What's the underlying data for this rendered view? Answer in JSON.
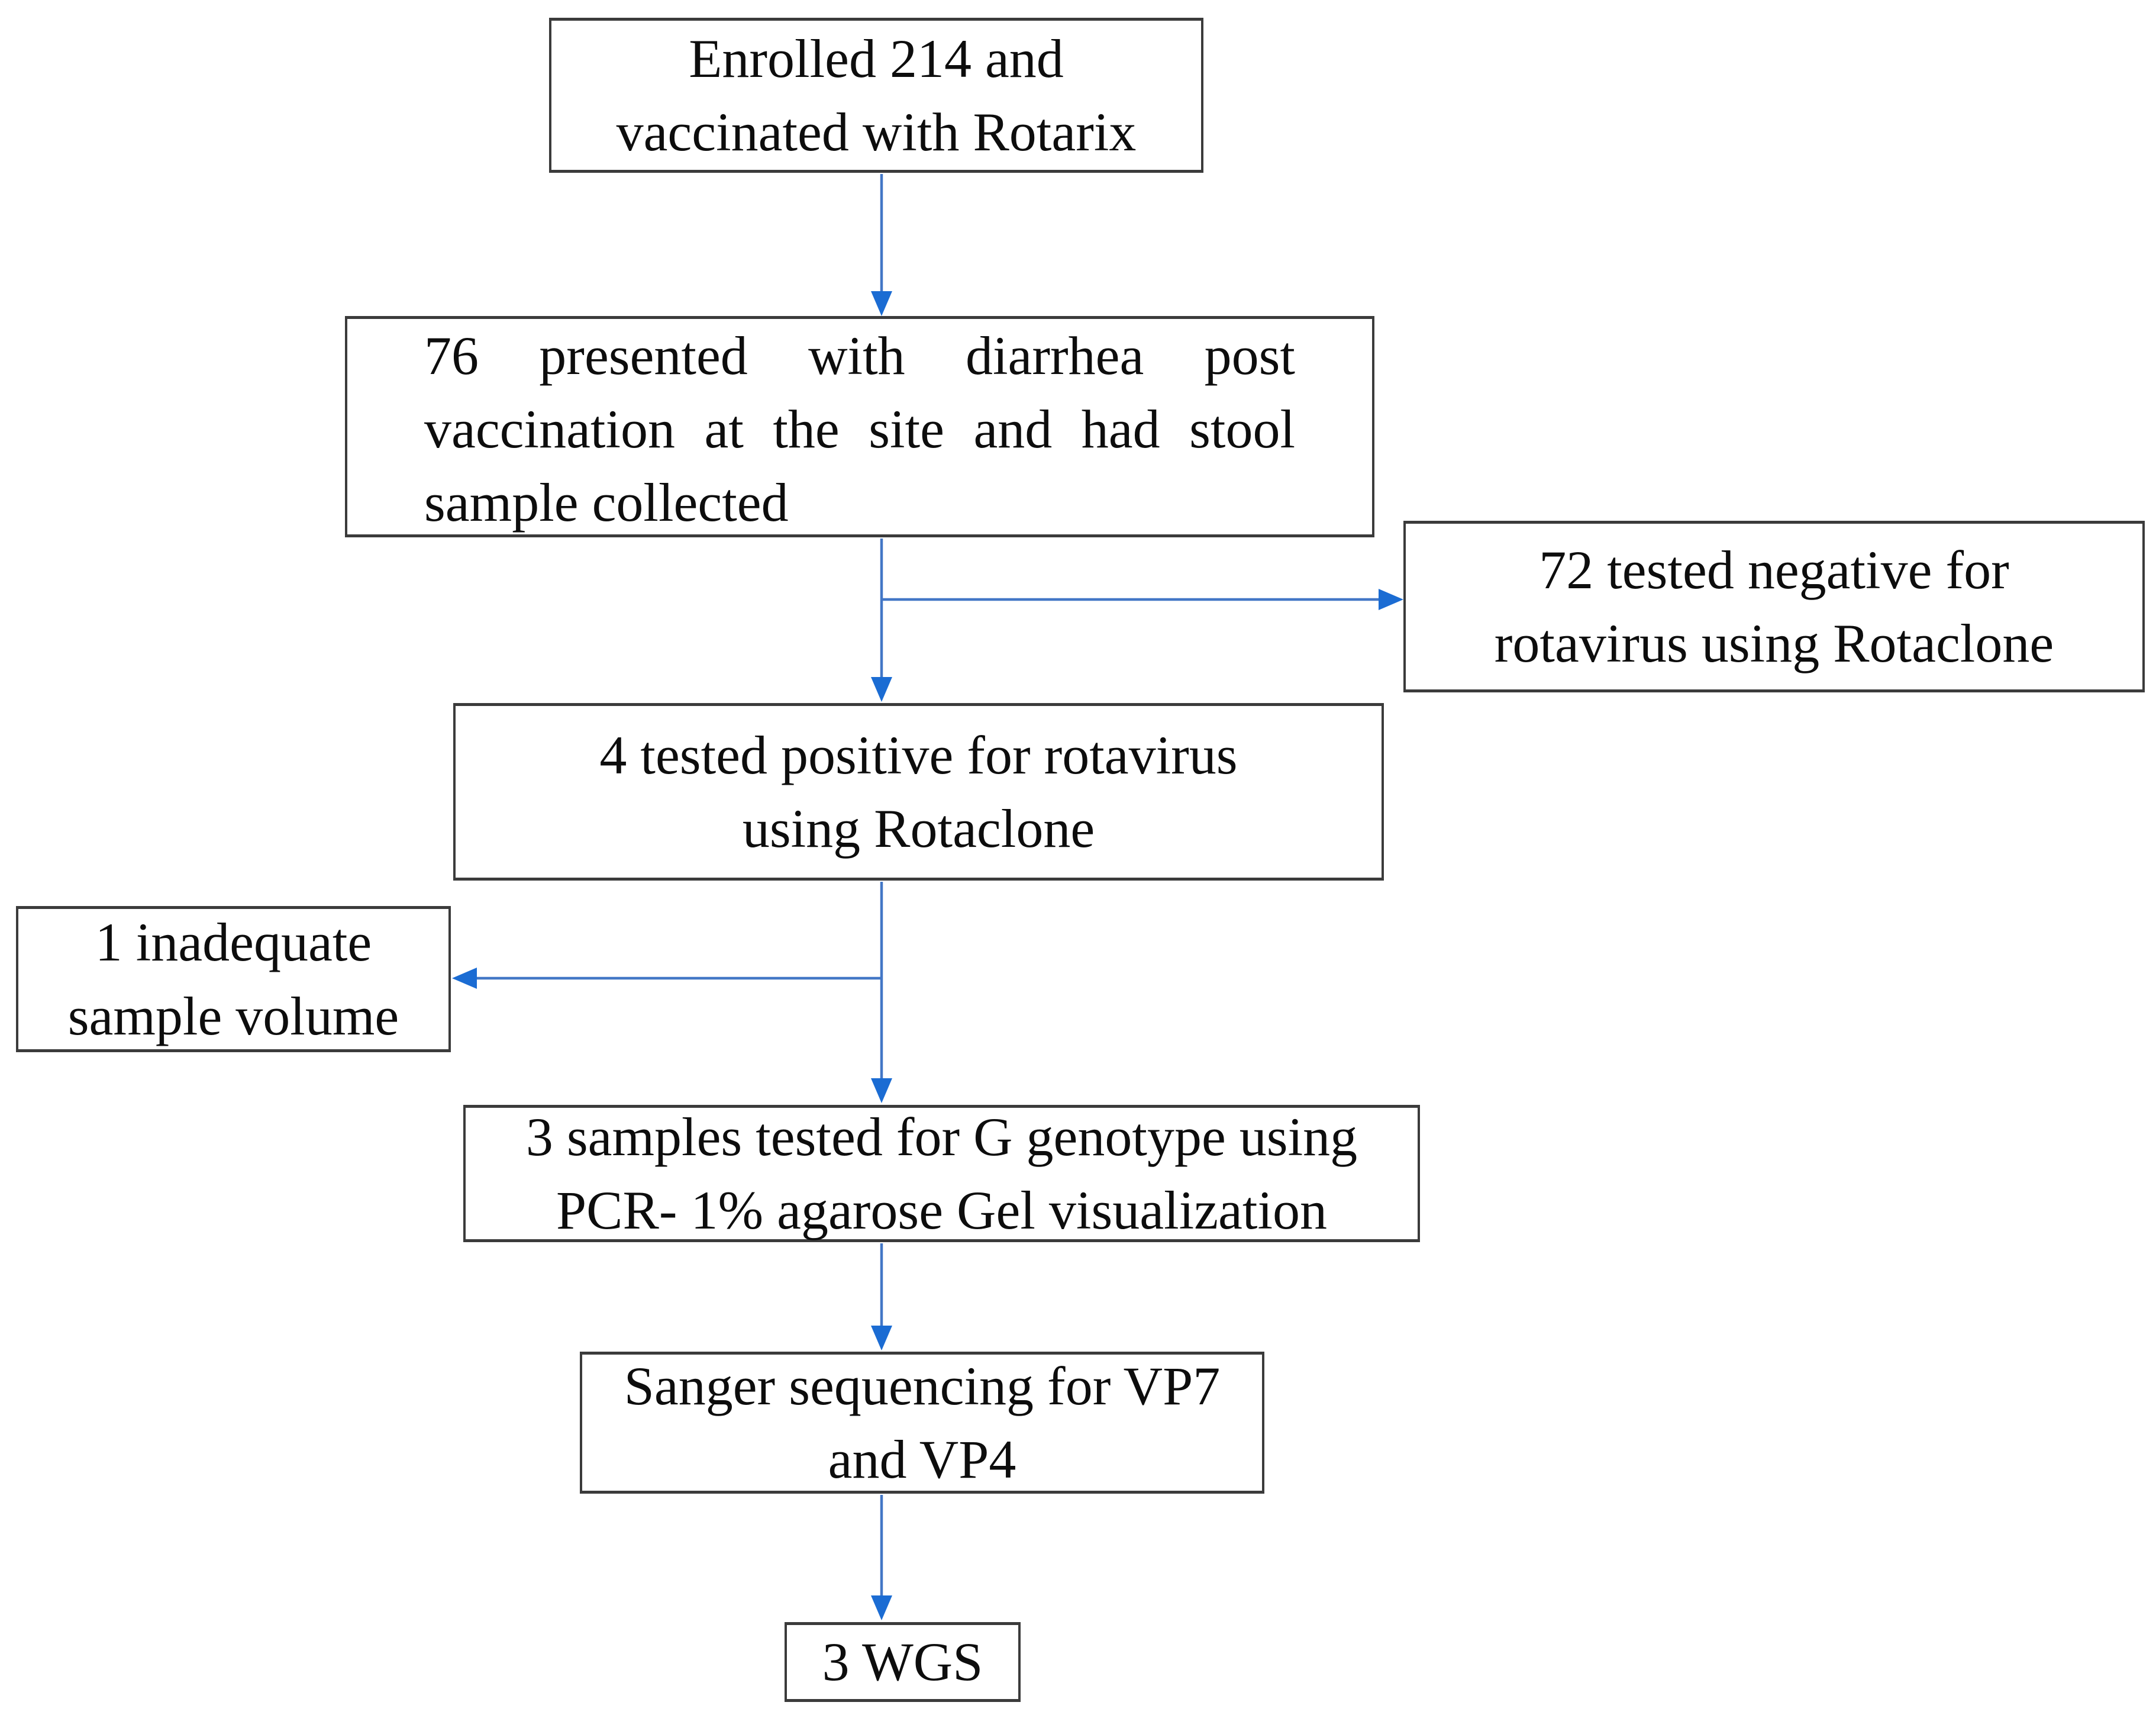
{
  "figure": {
    "type": "flowchart",
    "description": "Rotavirus vaccine study sample flow diagram"
  },
  "colors": {
    "background": "#ffffff",
    "box_fill": "#ffffff",
    "box_border": "#3b3b3b",
    "text": "#0d0d0d",
    "arrow_line": "#4377c6",
    "arrow_head": "#1b6cd3"
  },
  "nodes": [
    {
      "id": "enrolled",
      "text": "Enrolled 214 and\nvaccinated with Rotarix"
    },
    {
      "id": "diarrhea",
      "text": "76 presented with diarrhea post vaccination at the site and had stool sample collected"
    },
    {
      "id": "negative",
      "text": "72 tested negative for\nrotavirus using Rotaclone"
    },
    {
      "id": "positive",
      "text": "4 tested positive for rotavirus\nusing Rotaclone"
    },
    {
      "id": "inadequate",
      "text": "1 inadequate\nsample volume"
    },
    {
      "id": "genotype",
      "text": "3 samples tested for G genotype using\nPCR- 1% agarose Gel visualization"
    },
    {
      "id": "sanger",
      "text": "Sanger sequencing for VP7\nand VP4"
    },
    {
      "id": "wgs",
      "text": "3 WGS"
    }
  ]
}
